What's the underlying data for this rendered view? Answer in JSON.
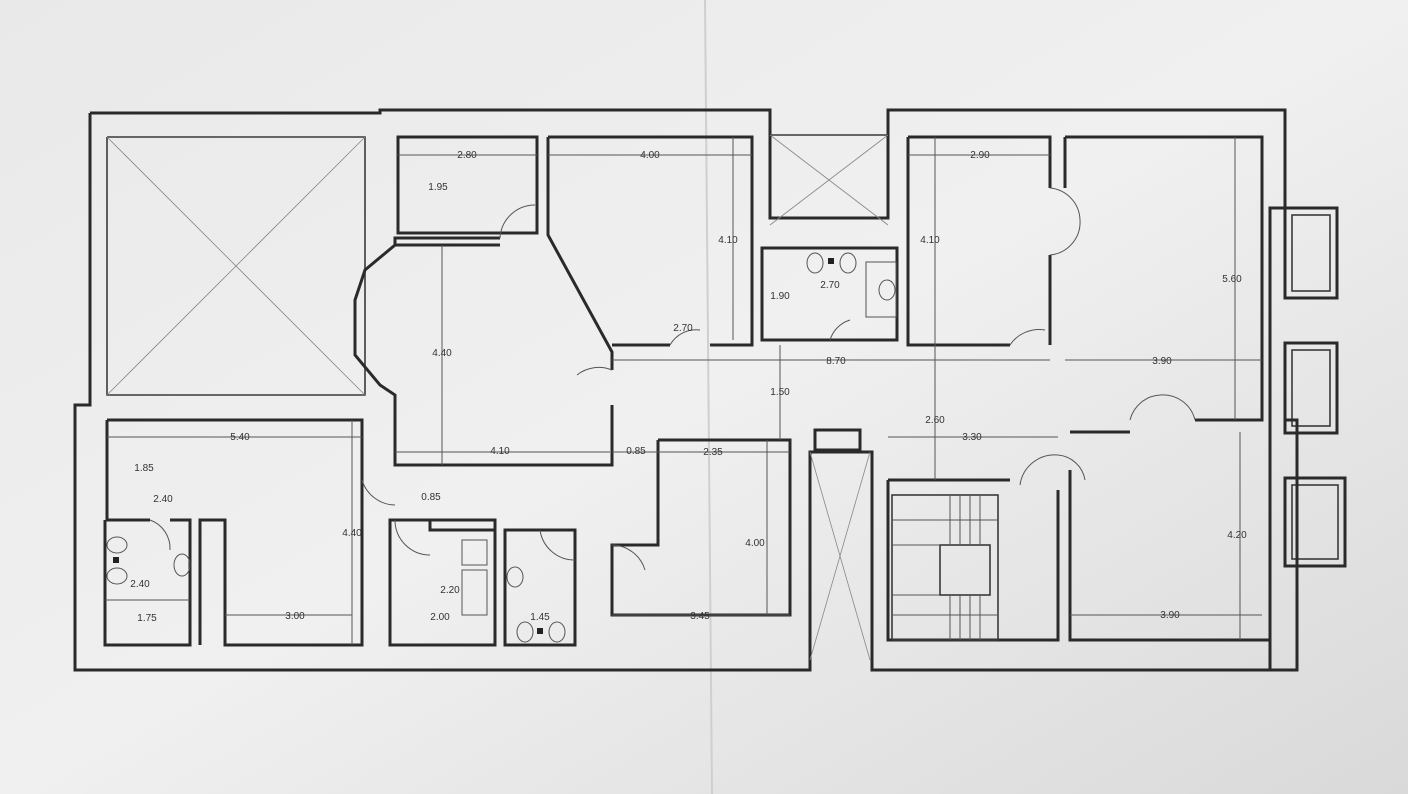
{
  "plan": {
    "dimensions": {
      "room_a_width": "2.80",
      "room_a_depth": "1.95",
      "room_b_width": "4.00",
      "room_b_depth": "4.10",
      "hall_room_depth": "4.40",
      "hall_room_width": "4.10",
      "door_width_top": "2.70",
      "bath_top_depth": "1.90",
      "bath_top_width": "2.70",
      "corridor_length": "8.70",
      "corridor_width": "1.50",
      "room_c_width": "2.90",
      "room_c_depth": "4.10",
      "room_d_depth": "5.60",
      "room_d_width": "3.90",
      "landing_depth": "2.60",
      "landing_width": "3.30",
      "room_e_depth": "4.20",
      "room_e_width": "3.90",
      "room_f_width": "5.40",
      "room_f_depth_a": "1.85",
      "room_f_sub_width": "2.40",
      "room_f_depth": "4.40",
      "bath_left_depth": "2.40",
      "bath_left_width": "1.75",
      "room_f_lower_width": "3.00",
      "passage_a": "0.85",
      "passage_b": "0.85",
      "room_g_width": "2.35",
      "room_g_depth": "4.00",
      "room_g_lower_width": "3.45",
      "kitchen_depth": "2.20",
      "kitchen_width": "2.00",
      "bath_mid_width": "1.45"
    }
  }
}
